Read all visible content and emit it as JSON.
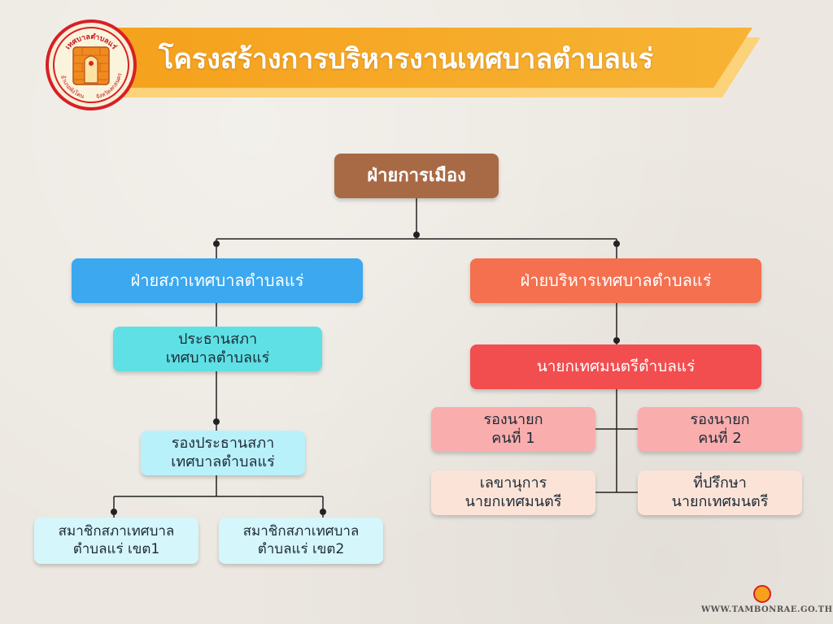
{
  "header": {
    "title": "โครงสร้างการบริหารงานเทศบาลตำบลแร่",
    "seal_text_top": "เทศบาลตำบลแร่",
    "seal_text_left": "อำเภอพังโคน",
    "seal_text_right": "จังหวัดสกลนคร"
  },
  "chart": {
    "root": "ฝ่ายการเมือง",
    "council_branch": "ฝ่ายสภาเทศบาลตำบลแร่",
    "council_president": "ประธานสภา\nเทศบาลตำบลแร่",
    "council_vice_president": "รองประธานสภา\nเทศบาลตำบลแร่",
    "council_member_1": "สมาชิกสภาเทศบาล\nตำบลแร่ เขต1",
    "council_member_2": "สมาชิกสภาเทศบาล\nตำบลแร่ เขต2",
    "executive_branch": "ฝ่ายบริหารเทศบาลตำบลแร่",
    "mayor": "นายกเทศมนตรีตำบลแร่",
    "deputy_mayor_1": "รองนายก\nคนที่ 1",
    "deputy_mayor_2": "รองนายก\nคนที่ 2",
    "secretary": "เลขานุการ\nนายกเทศมนตรี",
    "advisor": "ที่ปรึกษา\nนายกเทศมนตรี"
  },
  "colors": {
    "root": "#a86a45",
    "council_branch": "#3ba8f0",
    "council_president": "#5fe0e4",
    "council_vice_president": "#b9f1fb",
    "council_member": "#d5f6fb",
    "executive_branch": "#f4704f",
    "mayor": "#f24d4f",
    "deputy_mayor": "#f9adad",
    "staff": "#fbe4d7",
    "banner": "#f5a11c"
  },
  "footer": {
    "url": "WWW.TAMBONRAE.GO.TH"
  }
}
